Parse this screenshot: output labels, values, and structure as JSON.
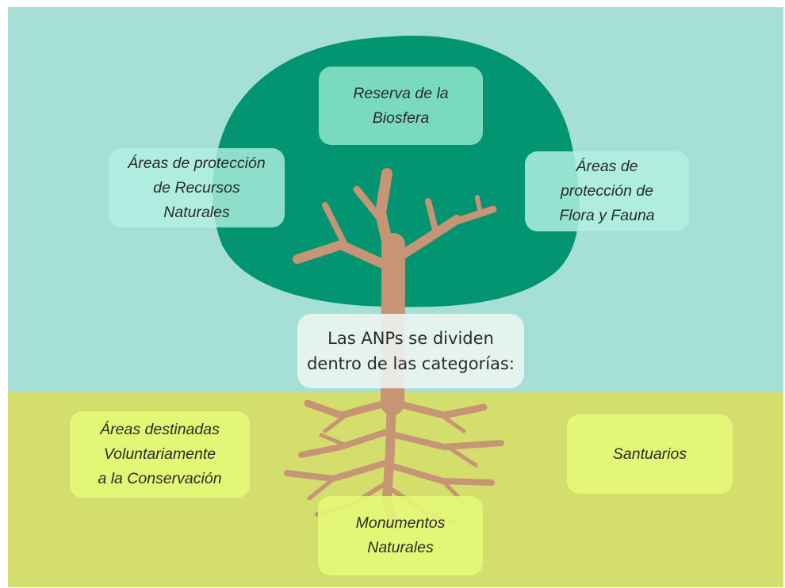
{
  "colors": {
    "sky": "#a6dfd5",
    "ground": "#d4de6c",
    "canopy": "#039471",
    "trunk": "#c79476",
    "box_top": "#8fe6cb",
    "box_side": "#b0f0e1",
    "box_bottom": "#e4f878",
    "center_box": "#eef6f2"
  },
  "center_label": "Las ANPs se dividen\ndentro de las categorías:",
  "categories": {
    "biosfera": "Reserva de la\nBiosfera",
    "recursos_naturales": "Áreas de protección\nde Recursos\nNaturales",
    "flora_fauna": "Áreas de\nprotección de\nFlora y Fauna",
    "voluntarias": "Áreas destinadas\nVoluntariamente\na la Conservación",
    "santuarios": "Santuarios",
    "monumentos": "Monumentos\nNaturales"
  }
}
